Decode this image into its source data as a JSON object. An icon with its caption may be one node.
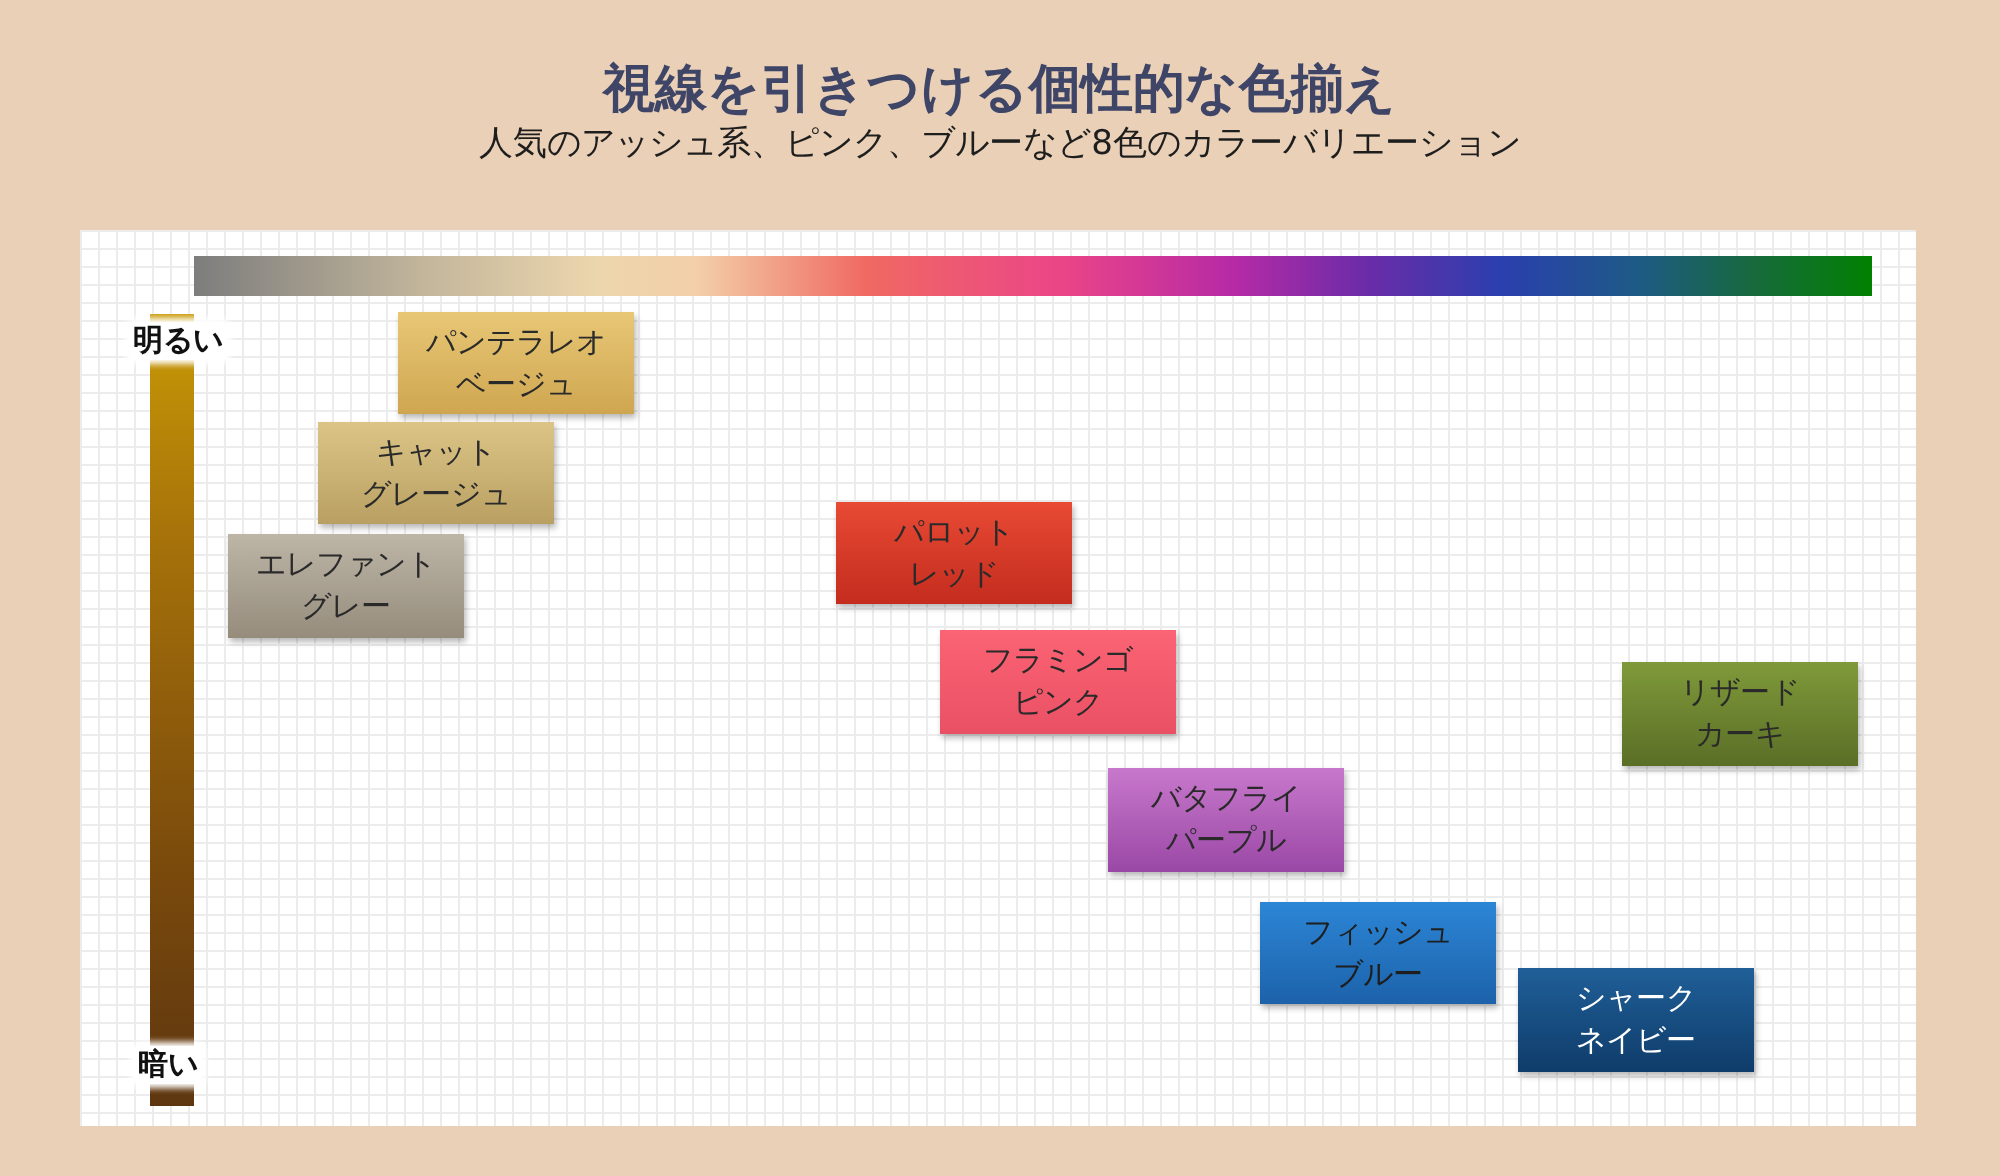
{
  "diagram": {
    "title": "視線を引きつける個性的な色揃え",
    "caption": "人気のアッシュ系、ピンク、ブルーなど8色のカラーバリエーション",
    "nodes": [
      {
        "text": [],
        "shape": "bar"
      },
      {
        "text": [
          "明るい",
          "暗い"
        ]
      },
      {
        "text": [
          "パンテラレオ",
          "ベージュ"
        ]
      },
      {
        "text": [
          "キャット",
          "グレージュ"
        ]
      },
      {
        "text": [
          "エレファント",
          "グレー"
        ]
      },
      {
        "text": [
          "パロット",
          "レッド"
        ]
      },
      {
        "text": [
          "フラミンゴ",
          "ピンク"
        ]
      },
      {
        "text": [
          "バタフライ",
          "パープル"
        ]
      },
      {
        "text": [
          "リザード",
          "カーキ"
        ]
      },
      {
        "text": [
          "フィッシュ",
          "ブルー"
        ]
      },
      {
        "text": [
          "シャーク",
          "ネイビー"
        ]
      }
    ]
  }
}
